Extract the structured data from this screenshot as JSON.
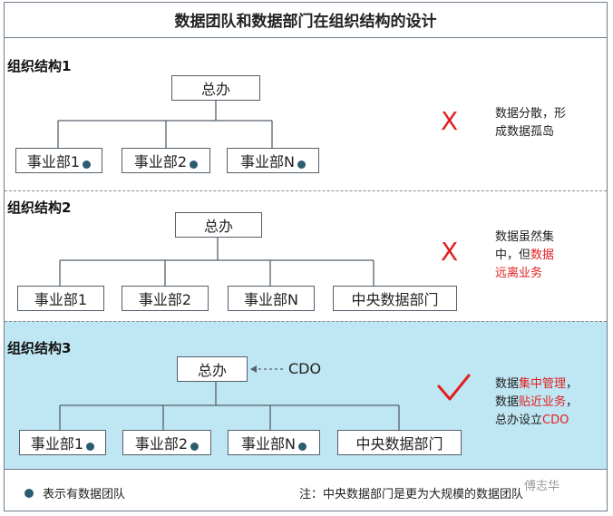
{
  "title": "数据团队和数据部门在组织结构的设计",
  "sections": [
    {
      "label": "组织结构1",
      "root": "总办",
      "units": [
        "事业部1",
        "事业部2",
        "事业部N"
      ],
      "verdict": "X",
      "note_lines": [
        [
          {
            "text": "数据分散，形",
            "red": false
          }
        ],
        [
          {
            "text": "成数据孤岛",
            "red": false
          }
        ]
      ]
    },
    {
      "label": "组织结构2",
      "root": "总办",
      "units": [
        "事业部1",
        "事业部2",
        "事业部N",
        "中央数据部门"
      ],
      "verdict": "X",
      "note_lines": [
        [
          {
            "text": "数据虽然集",
            "red": false
          }
        ],
        [
          {
            "text": "中，但",
            "red": false
          },
          {
            "text": "数据",
            "red": true
          }
        ],
        [
          {
            "text": "远离业务",
            "red": true
          }
        ]
      ]
    },
    {
      "label": "组织结构3",
      "root": "总办",
      "cdo": "CDO",
      "units": [
        "事业部1",
        "事业部2",
        "事业部N",
        "中央数据部门"
      ],
      "verdict": "✓",
      "note_lines": [
        [
          {
            "text": "数据",
            "red": false
          },
          {
            "text": "集中管理",
            "red": true
          },
          {
            "text": "，",
            "red": false
          }
        ],
        [
          {
            "text": "数据",
            "red": false
          },
          {
            "text": "贴近业务",
            "red": true
          },
          {
            "text": "，",
            "red": false
          }
        ],
        [
          {
            "text": "总办设立",
            "red": false
          },
          {
            "text": "CDO",
            "red": true
          }
        ]
      ]
    }
  ],
  "legend": "表示有数据团队",
  "footnote": "注：中央数据部门是更为大规模的数据团队",
  "watermark": "傅志华",
  "colors": {
    "dot": "#2d5c70",
    "highlight": "#bfe6f3",
    "red": "#e02020"
  }
}
